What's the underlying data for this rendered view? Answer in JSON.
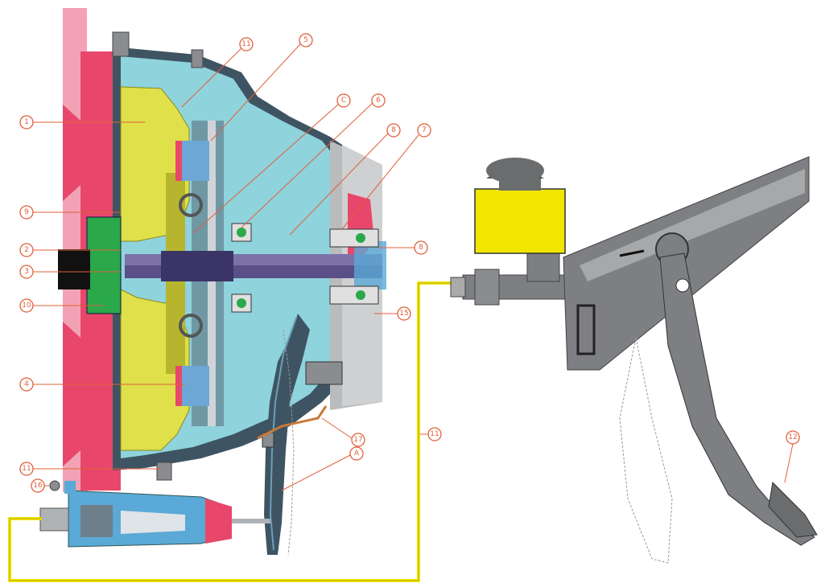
{
  "callouts": {
    "c1": "1",
    "c2": "2",
    "c3": "3",
    "c4": "4",
    "c5": "5",
    "c6": "6",
    "c7": "7",
    "c8a": "8",
    "c8b": "8",
    "c9": "9",
    "c10": "10",
    "cC": "C",
    "c11a": "11",
    "c11b": "11",
    "c11c": "11",
    "c12": "12",
    "c15": "15",
    "c16": "16",
    "c17": "17",
    "cA": "A"
  },
  "colors": {
    "flywheel": "#e8476b",
    "housing": "#8fd3dc",
    "pressure_plate": "#dfe04a",
    "hub": "#2aa84a",
    "shaft": "#5a4f86",
    "metal": "#8a8c8f",
    "reservoir": "#f2e600",
    "hydraulic_line": "#f2e600",
    "slave_body": "#5aa9d6"
  }
}
